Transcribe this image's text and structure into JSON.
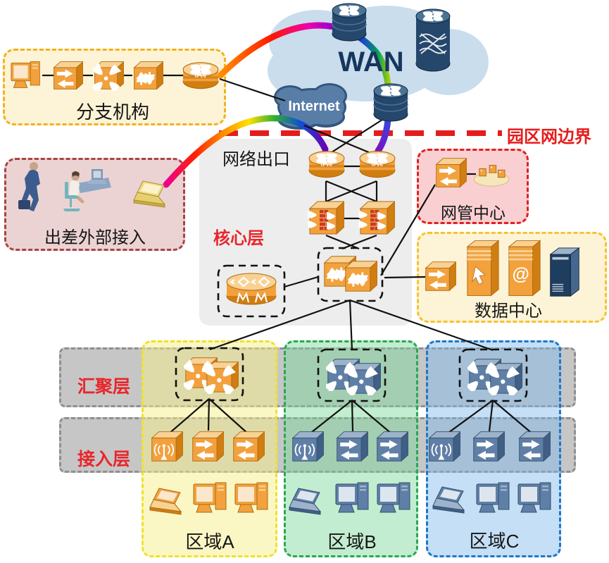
{
  "labels": {
    "branch": "分支机构",
    "wan": "WAN",
    "internet": "Internet",
    "boundary": "园区网边界",
    "network_exit": "网络出口",
    "nms": "网管中心",
    "remote_access": "出差外部接入",
    "core_layer": "核心层",
    "datacenter": "数据中心",
    "aggregation_layer": "汇聚层",
    "access_layer": "接入层",
    "zone_a": "区域A",
    "zone_b": "区域B",
    "zone_c": "区域C",
    "ipv6": "IPv6"
  },
  "colors": {
    "boundary_red": "#e61c1c",
    "layer_label_red": "#e8262b",
    "wan_text_blue": "#17365d",
    "orange_device": "#f2a13d",
    "blue_device": "#5f7fa6",
    "navy_device": "#24476b",
    "zone_a_border": "#ece32a",
    "zone_b_border": "#28a855",
    "zone_c_border": "#1c78c8",
    "band_gray": "#c6c6c6"
  }
}
